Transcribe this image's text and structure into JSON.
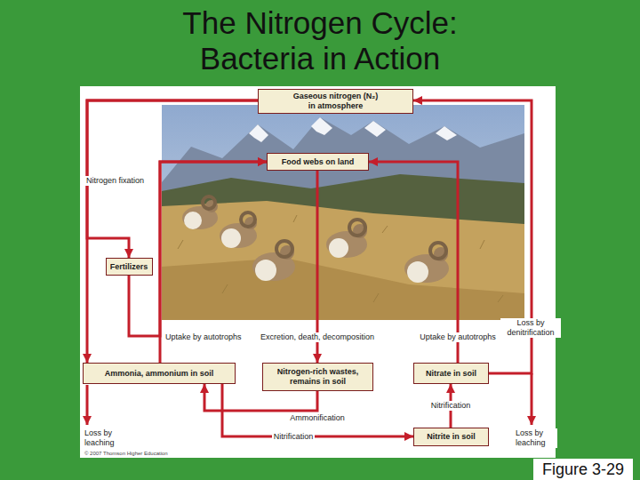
{
  "diagram": {
    "title": "The Nitrogen Cycle: Bacteria in Action",
    "caption": "Figure 3-29",
    "nodes": [
      {
        "text": [
          "Gaseous nitrogen (N₂) in atmosphere"
        ]
      },
      {
        "text": [
          "Food webs on land"
        ]
      },
      {
        "text": [
          "Fertilizers"
        ]
      },
      {
        "text": [
          "Ammonia, ammonium in soil"
        ]
      },
      {
        "text": [
          "Nitrogen-rich wastes, remains in soil"
        ]
      },
      {
        "text": [
          "Nitrate in soil"
        ]
      },
      {
        "text": [
          "Nitrite in soil"
        ]
      }
    ],
    "edges": [
      {
        "from": 0,
        "to": 2,
        "arrow": "to",
        "label": "Nitrogen fixation"
      },
      {
        "from": 0,
        "to": 3,
        "arrow": "to"
      },
      {
        "from": 2,
        "to": 1,
        "arrow": "to"
      },
      {
        "from": 3,
        "to": 1,
        "arrow": "to",
        "label": "Uptake by autotrophs"
      },
      {
        "from": 1,
        "to": 4,
        "arrow": "to",
        "label": "Excretion, death, decomposition"
      },
      {
        "from": 5,
        "to": 1,
        "arrow": "to",
        "label": "Uptake by autotrophs"
      },
      {
        "from": 4,
        "to": 3,
        "arrow": "to",
        "label": "Ammonification"
      },
      {
        "from": 3,
        "to": 6,
        "arrow": "to",
        "label": "Nitrification"
      },
      {
        "from": 6,
        "to": 5,
        "arrow": "to",
        "label": "Nitrification"
      },
      {
        "from": 5,
        "to": 0,
        "arrow": "to",
        "label": "Loss by denitrification"
      }
    ],
    "labels": [
      "Loss by leaching",
      "Loss by leaching",
      "© 2007 Thomson Higher Education"
    ]
  }
}
